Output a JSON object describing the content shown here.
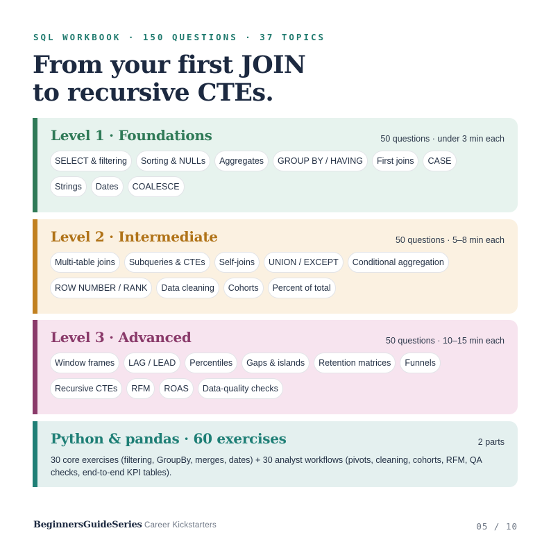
{
  "header": {
    "eyebrow": "SQL WORKBOOK · 150 QUESTIONS · 37 TOPICS",
    "title_line1": "From your first JOIN",
    "title_line2": "to recursive CTEs."
  },
  "levels": [
    {
      "title": "Level 1 · Foundations",
      "meta": "50 questions · under 3 min each",
      "color": "#2f7a57",
      "topics": [
        "SELECT & filtering",
        "Sorting & NULLs",
        "Aggregates",
        "GROUP BY / HAVING",
        "First joins",
        "CASE",
        "Strings",
        "Dates",
        "COALESCE"
      ]
    },
    {
      "title": "Level 2 · Intermediate",
      "meta": "50 questions · 5–8 min each",
      "color": "#c1801f",
      "topics": [
        "Multi-table joins",
        "Subqueries & CTEs",
        "Self-joins",
        "UNION / EXCEPT",
        "Conditional aggregation",
        "ROW NUMBER / RANK",
        "Data cleaning",
        "Cohorts",
        "Percent of total"
      ]
    },
    {
      "title": "Level 3 · Advanced",
      "meta": "50 questions · 10–15 min each",
      "color": "#8a3a6a",
      "topics": [
        "Window frames",
        "LAG / LEAD",
        "Percentiles",
        "Gaps & islands",
        "Retention matrices",
        "Funnels",
        "Recursive CTEs",
        "RFM",
        "ROAS",
        "Data-quality checks"
      ]
    }
  ],
  "python": {
    "title": "Python & pandas · 60 exercises",
    "meta": "2 parts",
    "description": "30 core exercises (filtering, GroupBy, merges, dates) + 30 analyst workflows (pivots, cleaning, cohorts, RFM, QA checks, end-to-end KPI tables).",
    "color": "#1f7f76"
  },
  "footer": {
    "brand": "BeginnersGuideSeries",
    "separator": "·",
    "subtitle": "Career Kickstarters",
    "page": "05 / 10"
  }
}
